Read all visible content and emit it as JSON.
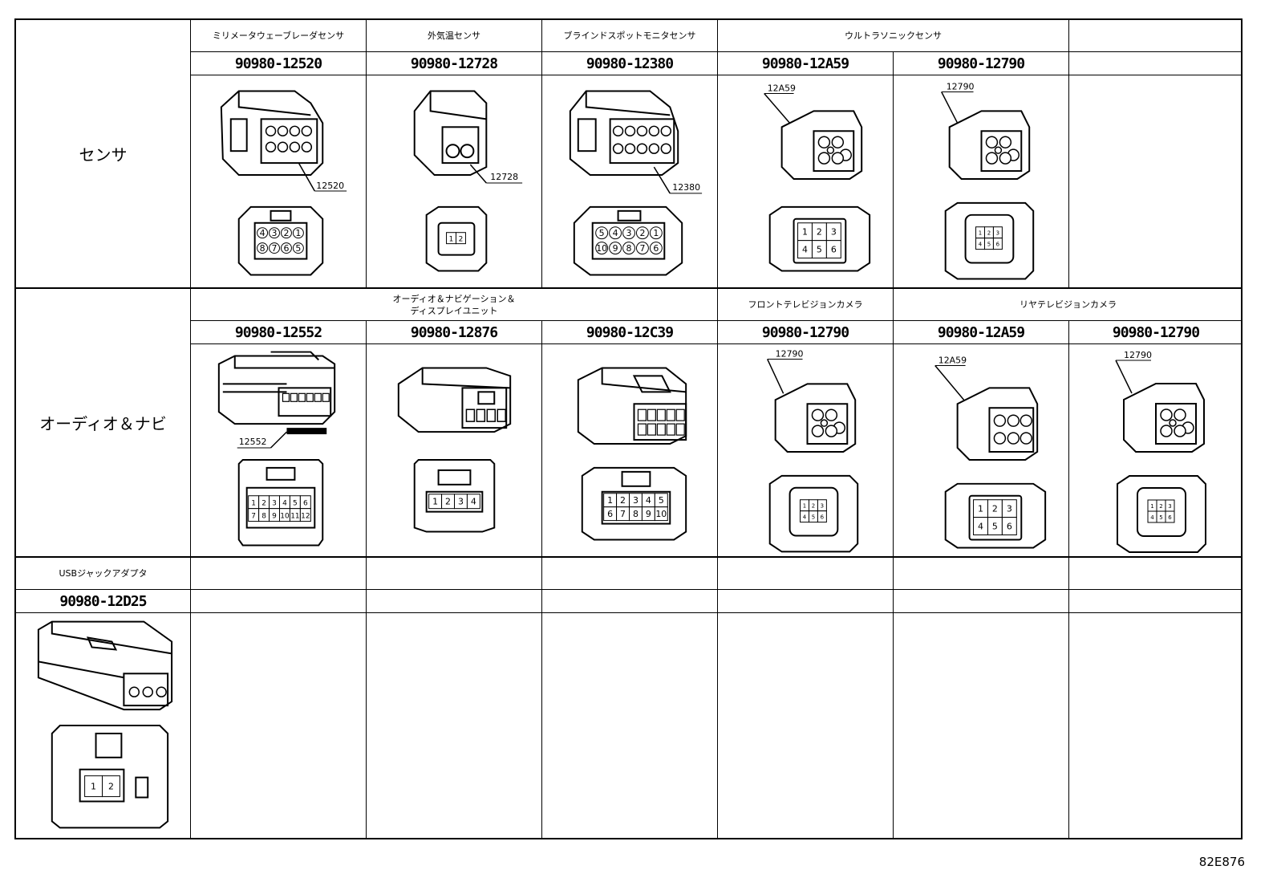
{
  "rows": [
    {
      "label": "センサ",
      "groups": [
        {
          "name": "ミリメータウェーブレーダセンサ"
        },
        {
          "name": "外気温センサ"
        },
        {
          "name": "ブラインドスポットモニタセンサ"
        },
        {
          "name": "ウルトラソニックセンサ"
        },
        {
          "name": ""
        }
      ],
      "cells": [
        {
          "code": "90980-12520",
          "callout": "12520",
          "pins": [
            "4",
            "3",
            "2",
            "1",
            "8",
            "7",
            "6",
            "5"
          ]
        },
        {
          "code": "90980-12728",
          "callout": "12728",
          "pins": [
            "1",
            "2"
          ]
        },
        {
          "code": "90980-12380",
          "callout": "12380",
          "pins": [
            "5",
            "4",
            "3",
            "2",
            "1",
            "10",
            "9",
            "8",
            "7",
            "6"
          ]
        },
        {
          "code": "90980-12A59",
          "callout": "12A59",
          "pins": [
            "1",
            "2",
            "3",
            "4",
            "5",
            "6"
          ]
        },
        {
          "code": "90980-12790",
          "callout": "12790",
          "pins": [
            "1",
            "2",
            "3",
            "4",
            "5",
            "6"
          ]
        },
        {
          "code": "",
          "callout": "",
          "pins": []
        }
      ]
    },
    {
      "label": "オーディオ＆ナビ",
      "groups": [
        {
          "name": "オーディオ＆ナビゲーション＆\nディスプレイユニット"
        },
        {
          "name": "フロントテレビジョンカメラ"
        },
        {
          "name": "リヤテレビジョンカメラ"
        }
      ],
      "cells": [
        {
          "code": "90980-12552",
          "callout": "12552",
          "pins": [
            "1",
            "2",
            "3",
            "4",
            "5",
            "6",
            "7",
            "8",
            "9",
            "10",
            "11",
            "12"
          ]
        },
        {
          "code": "90980-12876",
          "callout": "",
          "pins": [
            "1",
            "2",
            "3",
            "4"
          ]
        },
        {
          "code": "90980-12C39",
          "callout": "",
          "pins": [
            "1",
            "2",
            "3",
            "4",
            "5",
            "6",
            "7",
            "8",
            "9",
            "10"
          ]
        },
        {
          "code": "90980-12790",
          "callout": "12790",
          "pins": [
            "1",
            "2",
            "3",
            "4",
            "5",
            "6"
          ]
        },
        {
          "code": "90980-12A59",
          "callout": "12A59",
          "pins": [
            "1",
            "2",
            "3",
            "4",
            "5",
            "6"
          ]
        },
        {
          "code": "90980-12790",
          "callout": "12790",
          "pins": [
            "1",
            "2",
            "3",
            "4",
            "5",
            "6"
          ]
        }
      ]
    },
    {
      "label": "",
      "first": {
        "name": "USBジャックアダプタ",
        "code": "90980-12D25",
        "pins": [
          "1",
          "2"
        ]
      }
    }
  ],
  "footer": "82E876"
}
